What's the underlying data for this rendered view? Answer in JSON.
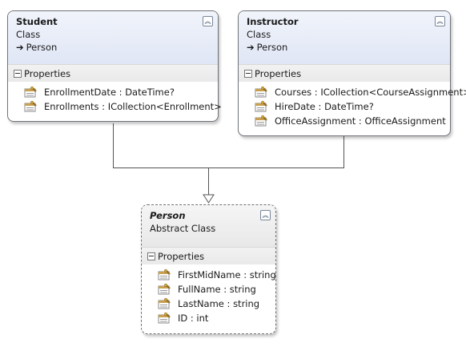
{
  "classes": {
    "student": {
      "name": "Student",
      "kind": "Class",
      "inherits": "Person",
      "section": "Properties",
      "properties": [
        "EnrollmentDate : DateTime?",
        "Enrollments : ICollection<Enrollment>"
      ]
    },
    "instructor": {
      "name": "Instructor",
      "kind": "Class",
      "inherits": "Person",
      "section": "Properties",
      "properties": [
        "Courses : ICollection<CourseAssignment>",
        "HireDate : DateTime?",
        "OfficeAssignment : OfficeAssignment"
      ]
    },
    "person": {
      "name": "Person",
      "kind": "Abstract Class",
      "section": "Properties",
      "properties": [
        "FirstMidName : string",
        "FullName : string",
        "LastName : string",
        "ID : int"
      ]
    }
  },
  "icons": {
    "collapse": "double-chevron-up-icon",
    "inherit": "right-arrow-icon",
    "property": "property-wrench-icon"
  },
  "colors": {
    "header_gradient_top": "#f1f4fb",
    "header_gradient_bottom": "#dfe6f5",
    "border": "#6f7378",
    "connector": "#555555"
  }
}
